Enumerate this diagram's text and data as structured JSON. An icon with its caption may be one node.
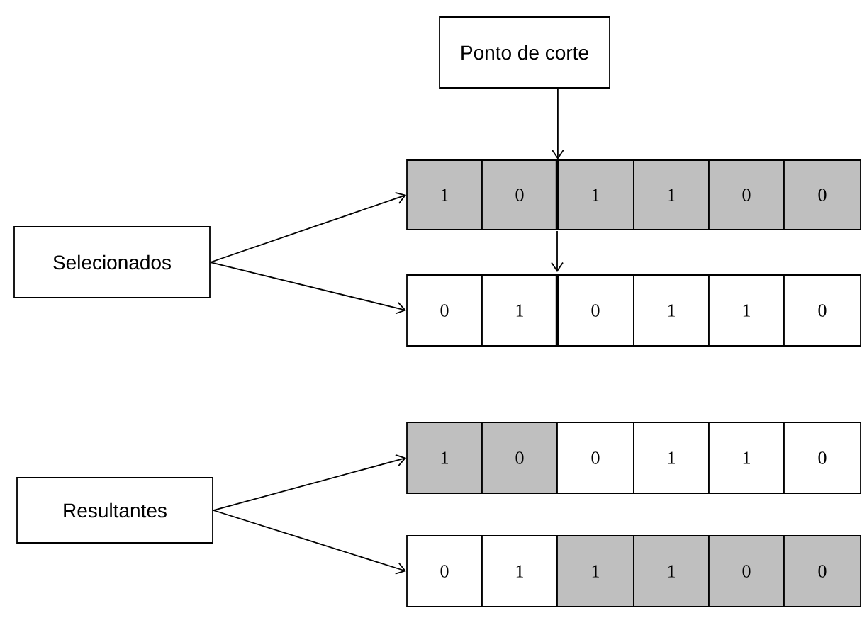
{
  "diagram": {
    "nodes": [
      {
        "text": [
          "Ponto de corte"
        ]
      },
      {
        "text": [
          "1"
        ]
      },
      {
        "text": [
          "0"
        ]
      },
      {
        "text": [
          "1"
        ]
      },
      {
        "text": [
          "1"
        ]
      },
      {
        "text": [
          "0"
        ]
      },
      {
        "text": [
          "0"
        ]
      },
      {
        "text": [
          "Selecionados"
        ]
      },
      {
        "text": [
          "0"
        ]
      },
      {
        "text": [
          "1"
        ]
      },
      {
        "text": [
          "0"
        ]
      },
      {
        "text": [
          "1"
        ]
      },
      {
        "text": [
          "1"
        ]
      },
      {
        "text": [
          "0"
        ]
      },
      {
        "text": [
          "1"
        ]
      },
      {
        "text": [
          "0"
        ]
      },
      {
        "text": [
          "0"
        ]
      },
      {
        "text": [
          "1"
        ]
      },
      {
        "text": [
          "1"
        ]
      },
      {
        "text": [
          "0"
        ]
      },
      {
        "text": [
          "Resultantes"
        ]
      },
      {
        "text": [
          "0"
        ]
      },
      {
        "text": [
          "1"
        ]
      },
      {
        "text": [
          "1"
        ]
      },
      {
        "text": [
          "1"
        ]
      },
      {
        "text": [
          "0"
        ]
      },
      {
        "text": [
          "0"
        ]
      }
    ],
    "edges": [
      {
        "from": 0,
        "to": 2,
        "arrow": "to"
      },
      {
        "from": 7,
        "to": 1,
        "arrow": "to"
      },
      {
        "from": 7,
        "to": 8,
        "arrow": "to"
      },
      {
        "from": 20,
        "to": 14,
        "arrow": "to"
      },
      {
        "from": 20,
        "to": 21,
        "arrow": "to"
      }
    ]
  }
}
